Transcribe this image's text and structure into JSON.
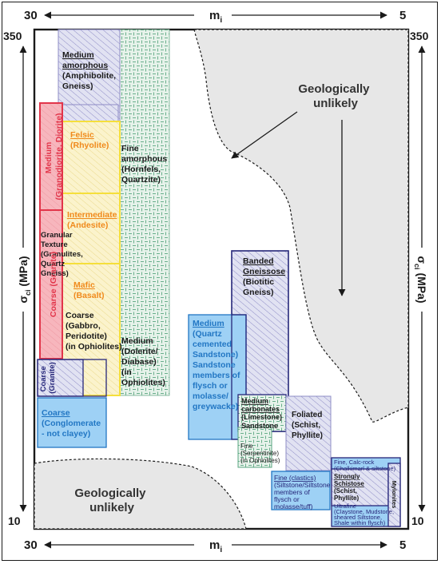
{
  "axes": {
    "top": {
      "left": "30",
      "right": "5",
      "symbol": "m",
      "sub": "i"
    },
    "bottom": {
      "left": "30",
      "right": "5",
      "symbol": "m",
      "sub": "i"
    },
    "left": {
      "top": "350",
      "bottom": "10",
      "symbol": "σ",
      "sub": "ci",
      "unit": "(MPa)"
    },
    "right": {
      "top": "350",
      "bottom": "10",
      "symbol": "σ",
      "sub": "ci",
      "unit": "(MPa)"
    }
  },
  "regions": {
    "top": {
      "lines": [
        "Geologically",
        "unlikely"
      ]
    },
    "bottom": {
      "lines": [
        "Geologically",
        "unlikely"
      ]
    }
  },
  "labels": {
    "medium_amorphous": [
      "Medium",
      "amorphous",
      "(Amphibolite,",
      "Gneiss)"
    ],
    "medium_granodiorite": [
      "Medium",
      "(Granodiorite, Diorite)"
    ],
    "felsic": [
      "Felsic",
      "(Rhyolite)"
    ],
    "fine_amorphous": [
      "Fine",
      "amorphous",
      "(Hornfels,",
      "Quartzite)"
    ],
    "intermediate": [
      "Intermediate",
      "(Andesite)"
    ],
    "granular": [
      "Granular",
      "Texture",
      "(Granulites,",
      "Quartz",
      "Gneiss)"
    ],
    "mafic": [
      "Mafic",
      "(Basalt)"
    ],
    "coarse_granite": [
      "Coarse (Granite)"
    ],
    "coarse_gabbro": [
      "Coarse",
      "(Gabbro,",
      "Peridotite)",
      "(in Ophiolites)"
    ],
    "medium_dolerite": [
      "Medium",
      "(Dolerite/",
      "Diabase)",
      "(in",
      "Ophiolites)"
    ],
    "coarse_granite_small": [
      "Coarse",
      "(Granite)"
    ],
    "coarse_conglomerate": [
      "Coarse",
      "(Conglomerate",
      "- not clayey)"
    ],
    "banded_gneissose": [
      "Banded",
      "Gneissose",
      "(Biotitic",
      "Gneiss)"
    ],
    "medium_sandstone": [
      "Medium",
      "(Quartz",
      "cemented",
      "Sandstone)",
      "Sandstone",
      "members of",
      "flysch or",
      "molasse/",
      "greywacke)"
    ],
    "medium_carbonates": [
      "Medium",
      "carbonates",
      "(Limestone)",
      "Sandstone"
    ],
    "fine_serpentinite": [
      "Fine",
      "(Serpentinite)",
      "(in Ophiolites)"
    ],
    "foliated": [
      "Foliated",
      "(Schist,",
      "Phyllite)"
    ],
    "fine_clastics": [
      "Fine (clastics)",
      "(Siltstone/Siltstone",
      "members of",
      "flysch or",
      "molasse/tuff)"
    ],
    "fine_calc": [
      "Fine, Calc-rock",
      "(Chalkimarl & siltstone)"
    ],
    "strongly_schistose": [
      "Strongly",
      "Schistose",
      "(Schist,",
      "Phyllite)"
    ],
    "ultrafine": [
      "Ultrafine",
      "(Claystone, Mudstone,",
      "sheared Siltstone,",
      "Shale within flysch)"
    ],
    "mylonites": [
      "Mylonites"
    ]
  },
  "colors": {
    "green_fill": "#e6f2ea",
    "green_hatch": "#5aa680",
    "lavender_fill": "#e1e2f2",
    "lavender_hatch": "#8e8cc6",
    "navy": "#26277a",
    "red": "#e2354a",
    "pink": "#f7b6bd",
    "yellow": "#f5df3b",
    "cream": "#fbf3cc",
    "orange_text": "#f08a1c",
    "blue": "#2277c4",
    "sky": "#9ed1f5",
    "gray": "#e7e7e7",
    "dark": "#1a1a1a"
  }
}
